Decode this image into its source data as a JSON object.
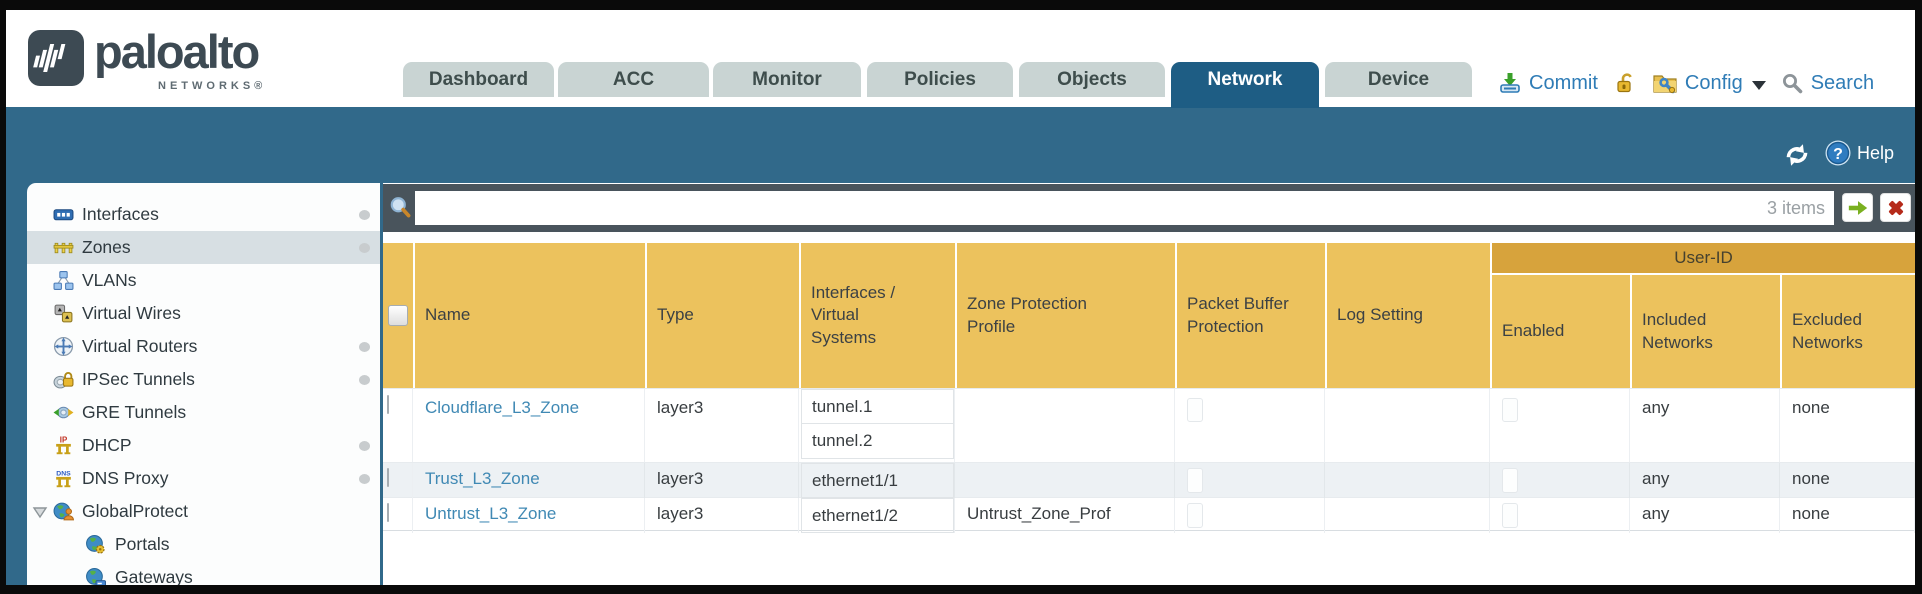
{
  "brand": {
    "name": "paloalto",
    "sub": "NETWORKS®"
  },
  "nav_tabs": [
    {
      "label": "Dashboard"
    },
    {
      "label": "ACC"
    },
    {
      "label": "Monitor"
    },
    {
      "label": "Policies"
    },
    {
      "label": "Objects"
    },
    {
      "label": "Network",
      "active": true
    },
    {
      "label": "Device"
    }
  ],
  "utility": {
    "commit": "Commit",
    "config": "Config",
    "search": "Search"
  },
  "band": {
    "help": "Help"
  },
  "toolbar": {
    "search_value": "",
    "items_count": "3 items"
  },
  "sidebar": {
    "items": [
      {
        "label": "Interfaces",
        "icon": "interfaces-icon",
        "dot": true
      },
      {
        "label": "Zones",
        "icon": "zones-icon",
        "dot": true,
        "selected": true
      },
      {
        "label": "VLANs",
        "icon": "vlans-icon"
      },
      {
        "label": "Virtual Wires",
        "icon": "virtual-wires-icon"
      },
      {
        "label": "Virtual Routers",
        "icon": "virtual-routers-icon",
        "dot": true
      },
      {
        "label": "IPSec Tunnels",
        "icon": "ipsec-tunnels-icon",
        "dot": true
      },
      {
        "label": "GRE Tunnels",
        "icon": "gre-tunnels-icon"
      },
      {
        "label": "DHCP",
        "icon": "dhcp-icon",
        "dot": true
      },
      {
        "label": "DNS Proxy",
        "icon": "dns-proxy-icon",
        "dot": true
      },
      {
        "label": "GlobalProtect",
        "icon": "globalprotect-icon",
        "expanded": true
      },
      {
        "label": "Portals",
        "icon": "portals-icon",
        "child": true
      },
      {
        "label": "Gateways",
        "icon": "gateways-icon",
        "child": true
      }
    ]
  },
  "table": {
    "group_header": "User-ID",
    "columns": {
      "name": "Name",
      "type": "Type",
      "interfaces": "Interfaces / Virtual Systems",
      "zpp": "Zone Protection Profile",
      "pbp": "Packet Buffer Protection",
      "log": "Log Setting",
      "enabled": "Enabled",
      "included": "Included Networks",
      "excluded": "Excluded Networks"
    },
    "rows": [
      {
        "name": "Cloudflare_L3_Zone",
        "type": "layer3",
        "interfaces": [
          "tunnel.1",
          "tunnel.2"
        ],
        "zone_protection_profile": "",
        "log_setting": "",
        "included_networks": "any",
        "excluded_networks": "none"
      },
      {
        "name": "Trust_L3_Zone",
        "type": "layer3",
        "interfaces": [
          "ethernet1/1"
        ],
        "zone_protection_profile": "",
        "log_setting": "",
        "included_networks": "any",
        "excluded_networks": "none"
      },
      {
        "name": "Untrust_L3_Zone",
        "type": "layer3",
        "interfaces": [
          "ethernet1/2"
        ],
        "zone_protection_profile": "Untrust_Zone_Prof",
        "log_setting": "",
        "included_networks": "any",
        "excluded_networks": "none"
      }
    ]
  },
  "colors": {
    "teal_band": "#31698a",
    "active_tab": "#1e5d84",
    "toolbar_dark": "#49545c",
    "header_amber": "#ecc25d",
    "header_amber_dark": "#d7a33c",
    "link_blue": "#4089b4",
    "alt_row": "#edf1f4"
  }
}
